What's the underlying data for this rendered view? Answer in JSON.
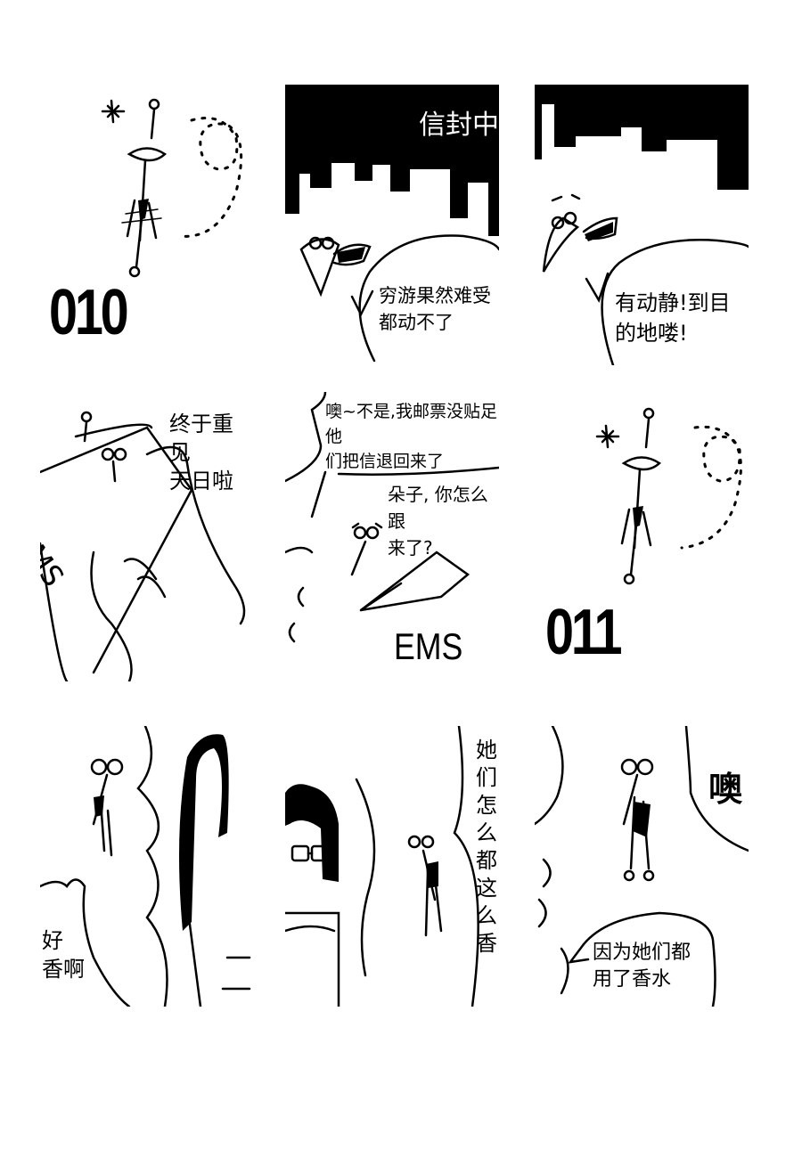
{
  "panels": {
    "p1": {
      "episode": "010"
    },
    "p2": {
      "caption": "信封中",
      "speech": "穷游果然难受\n都动不了"
    },
    "p3": {
      "speech": "有动静!到目\n的地喽!"
    },
    "p4": {
      "speech": "终于重见\n天日啦",
      "envelope_text": "EMS"
    },
    "p5": {
      "speech_top": "噢~不是,我邮票没贴足他\n们把信退回来了",
      "speech_bottom": "朵子, 你怎么跟\n来了?",
      "label": "EMS"
    },
    "p6": {
      "episode": "011"
    },
    "p7": {
      "speech": "好\n香啊"
    },
    "p8": {
      "speech": "她们怎么都这么香"
    },
    "p9": {
      "exclaim": "噢",
      "speech": "因为她们都\n用了香水"
    }
  },
  "colors": {
    "ink": "#000000",
    "paper": "#ffffff"
  }
}
